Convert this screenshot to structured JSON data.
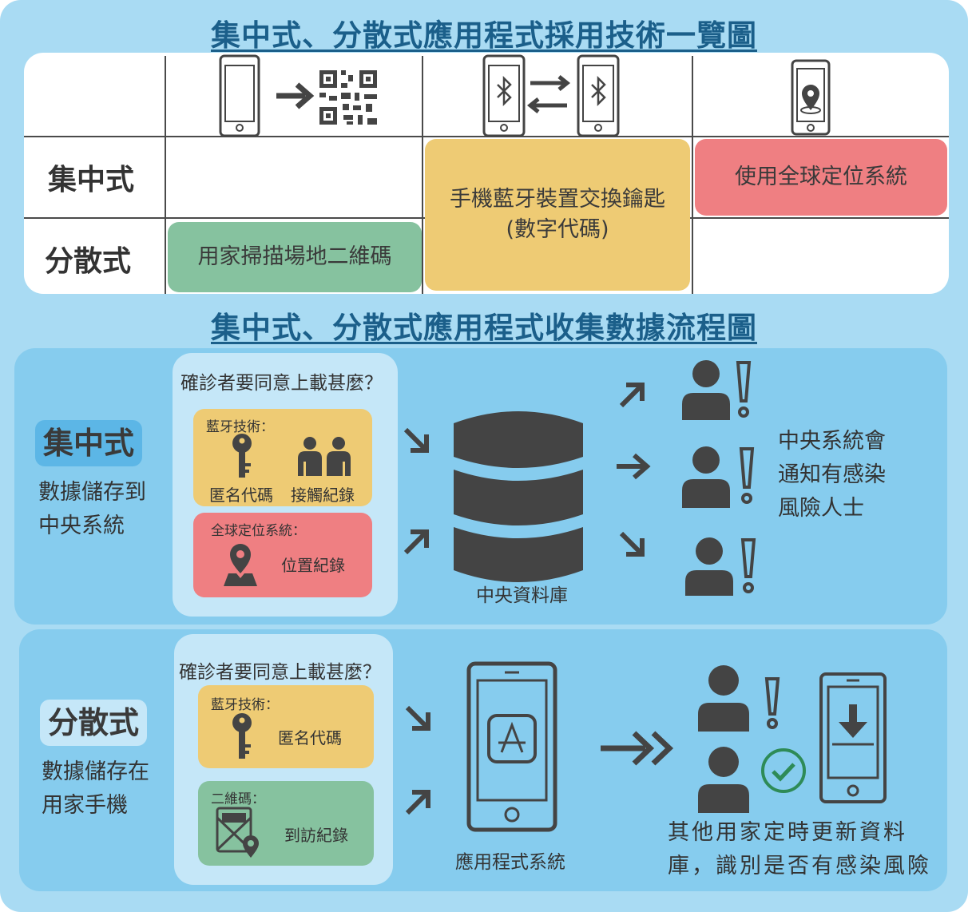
{
  "titles": {
    "tech": "集中式、分散式應用程式採用技術一覽圖",
    "flow": "集中式、分散式應用程式收集數據流程圖"
  },
  "table": {
    "row_centralized": "集中式",
    "row_decentralized": "分散式",
    "cell_qr": "用家掃描場地二維碼",
    "cell_bt_line1": "手機藍牙裝置交換鑰匙",
    "cell_bt_line2": "(數字代碼)",
    "cell_gps": "使用全球定位系統"
  },
  "centralized": {
    "label": "集中式",
    "desc_line1": "數據儲存到",
    "desc_line2": "中央系統",
    "consent_q": "確診者要同意上載甚麼？",
    "bt_title": "藍牙技術：",
    "anon_code": "匿名代碼",
    "contact_record": "接觸紀錄",
    "gps_title": "全球定位系統：",
    "location_record": "位置紀錄",
    "database_label": "中央資料庫",
    "notify_line1": "中央系統會",
    "notify_line2": "通知有感染",
    "notify_line3": "風險人士"
  },
  "decentralized": {
    "label": "分散式",
    "desc_line1": "數據儲存在",
    "desc_line2": "用家手機",
    "consent_q": "確診者要同意上載甚麼？",
    "bt_title": "藍牙技術：",
    "anon_code": "匿名代碼",
    "qr_title": "二維碼：",
    "visit_record": "到訪紀錄",
    "app_label": "應用程式系統",
    "update_line1": "其他用家定時更新資料",
    "update_line2": "庫，識別是否有感染風險"
  },
  "colors": {
    "title": "#1b5f8a",
    "yellow": "#eecb74",
    "red": "#ef7f82",
    "green": "#86c29f",
    "icon": "#444444",
    "check": "#2e8b57"
  }
}
